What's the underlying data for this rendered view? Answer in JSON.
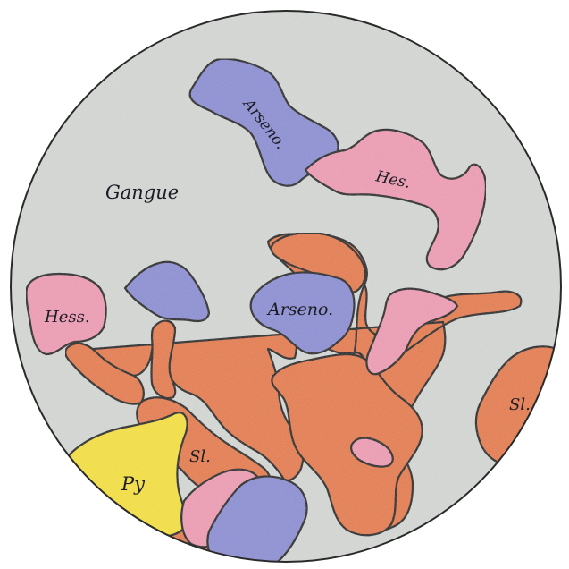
{
  "colors": {
    "gangue": "#d6d9d6",
    "arsenopyrite": "#8f92d6",
    "hessite": "#ef9fb6",
    "sphalerite": "#e77f4d",
    "pyrite": "#f6e23a",
    "outline": "#1a1a1a",
    "paper": "#ffffff"
  },
  "labels": {
    "gangue": "Gangue",
    "arseno_top": "Arseno.",
    "hes_top": "Hes.",
    "hess_left": "Hess.",
    "arseno_center": "Arseno.",
    "sl_right": "Sl.",
    "sl_lower": "Sl.",
    "py": "Py"
  }
}
